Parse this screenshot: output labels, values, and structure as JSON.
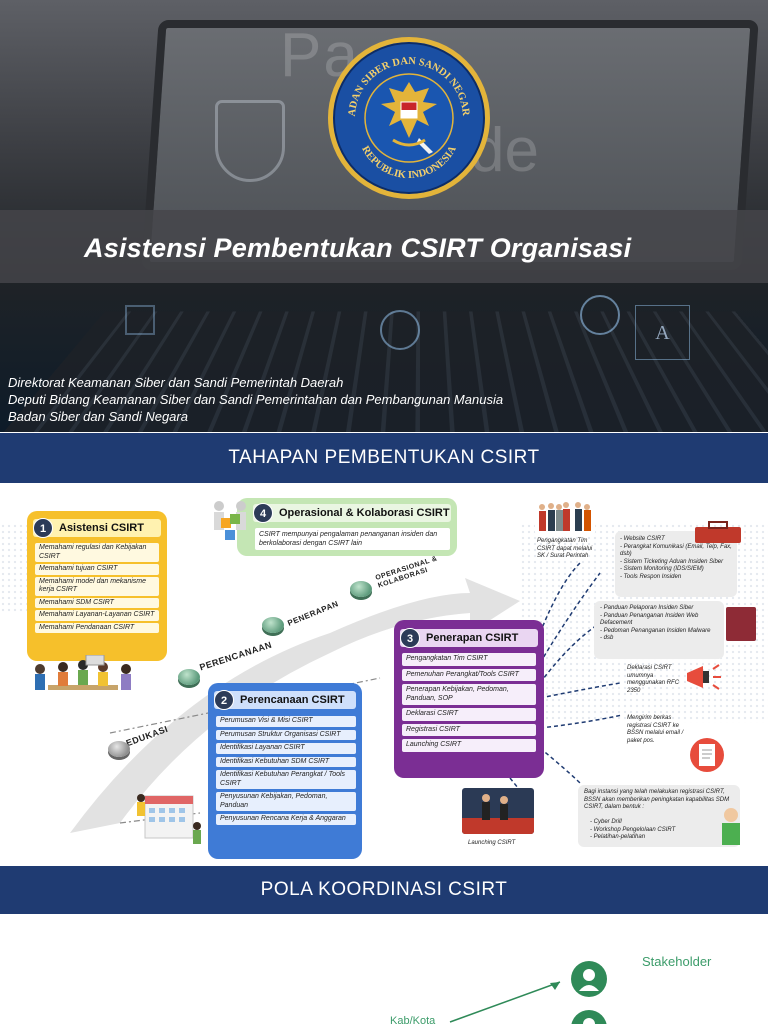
{
  "hero": {
    "title": "Asistensi Pembentukan CSIRT Organisasi",
    "subtitle_lines": [
      "Direktorat Keamanan Siber dan Sandi Pemerintah Daerah",
      "Deputi Bidang Keamanan Siber dan Sandi Pemerintahan dan Pembangunan Manusia",
      "Badan Siber dan Sandi Negara"
    ],
    "emblem_top_text": "BADAN SIBER DAN SANDI NEGARA",
    "emblem_bottom_text": "REPUBLIK INDONESIA",
    "background_text_1": "Pa",
    "background_text_2": "de",
    "background_ai": "A"
  },
  "section1": {
    "title": "TAHAPAN PEMBENTUKAN CSIRT"
  },
  "stages": {
    "edukasi": "EDUKASI",
    "perencanaan": "PERENCANAAN",
    "penerapan": "PENERAPAN",
    "operasional": "OPERASIONAL & KOLABORASI"
  },
  "card1": {
    "number": "1",
    "title": "Asistensi CSIRT",
    "items": [
      "Memahami regulasi dan Kebijakan CSIRT",
      "Memahami tujuan CSIRT",
      "Memahami model dan mekanisme kerja CSIRT",
      "Memahami SDM CSIRT",
      "Memahami Layanan-Layanan CSIRT",
      "Memahami Pendanaan CSIRT"
    ]
  },
  "card2": {
    "number": "2",
    "title": "Perencanaan CSIRT",
    "items": [
      "Perumusan Visi & Misi CSIRT",
      "Perumusan Struktur Organisasi CSIRT",
      "Identifikasi Layanan CSIRT",
      "Identifikasi Kebutuhan SDM CSIRT",
      "Identifikasi Kebutuhan Perangkat / Tools CSIRT",
      "Penyusunan Kebijakan, Pedoman, Panduan",
      "Penyusunan Rencana Kerja & Anggaran"
    ]
  },
  "card3": {
    "number": "3",
    "title": "Penerapan CSIRT",
    "items": [
      "Pengangkatan Tim CSIRT",
      "Pemenuhan Perangkat/Tools CSIRT",
      "Penerapan Kebijakan, Pedoman, Panduan, SOP",
      "Deklarasi CSIRT",
      "Registrasi CSIRT",
      "Launching CSIRT"
    ]
  },
  "card4": {
    "number": "4",
    "title": "Operasional & Kolaborasi CSIRT",
    "description": "CSIRT mempunyai pengalaman penanganan insiden dan berkolaborasi dengan CSIRT lain"
  },
  "side": {
    "pengangkatan": "Pengangkatan Tim CSIRT dapat melalui SK / Surat Perintah",
    "tools": [
      "Website CSIRT",
      "Perangkat Komunikasi (Email, Telp, Fax, dsb)",
      "Sistem Ticketing Aduan Insiden Siber",
      "Sistem Monitoring (IDS/SIEM)",
      "Tools Respon Insiden"
    ],
    "panduan": [
      "Panduan Pelaporan Insiden Siber",
      "Panduan Penanganan Insiden Web Defacement",
      "Pedoman Penanganan Insiden Malware",
      "dsb"
    ],
    "deklarasi": "Deklarasi CSIRT umumnya menggunakan RFC 2350",
    "registrasi": "Mengirim berkas registrasi CSIRT ke BSSN melalui email / paket pos.",
    "peningkatan_intro": "Bagi instansi yang telah melakukan registrasi CSIRT, BSSN akan memberikan peningkatan kapabilitas SDM CSIRT, dalam bentuk :",
    "peningkatan": [
      "Cyber Drill",
      "Workshop Pengelolaan CSIRT",
      "Pelatihan-pelatihan"
    ],
    "launching": "Launching CSIRT"
  },
  "section2": {
    "title": "POLA KOORDINASI CSIRT"
  },
  "pola": {
    "stakeholder": "Stakeholder",
    "kabkota": "Kab/Kota"
  },
  "colors": {
    "navy": "#1f3b72",
    "card1": "#f6c02b",
    "card2": "#3f7bd6",
    "card3": "#7b2e94",
    "card4": "#c4e6b4",
    "green": "#3c9c6a"
  }
}
